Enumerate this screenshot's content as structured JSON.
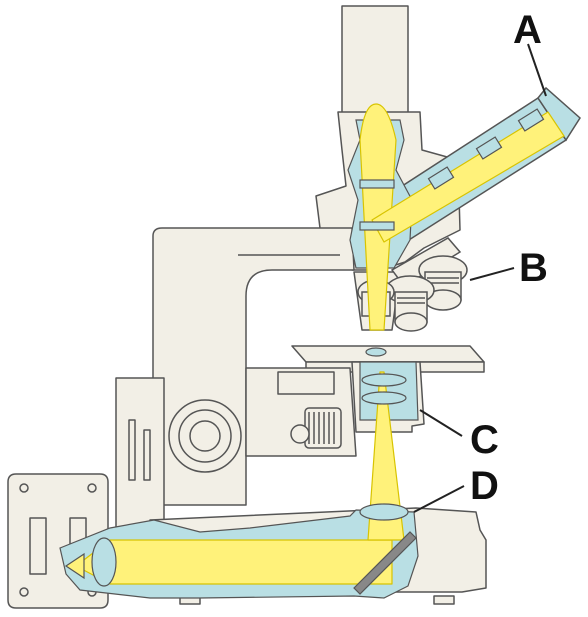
{
  "labels": {
    "a": "A",
    "b": "B",
    "c": "C",
    "d": "D"
  },
  "colors": {
    "body": "#f2efe6",
    "outline": "#555555",
    "cutaway": "#b9dfe4",
    "light_beam": "#fff27a",
    "beam_edge": "#d8c400"
  }
}
